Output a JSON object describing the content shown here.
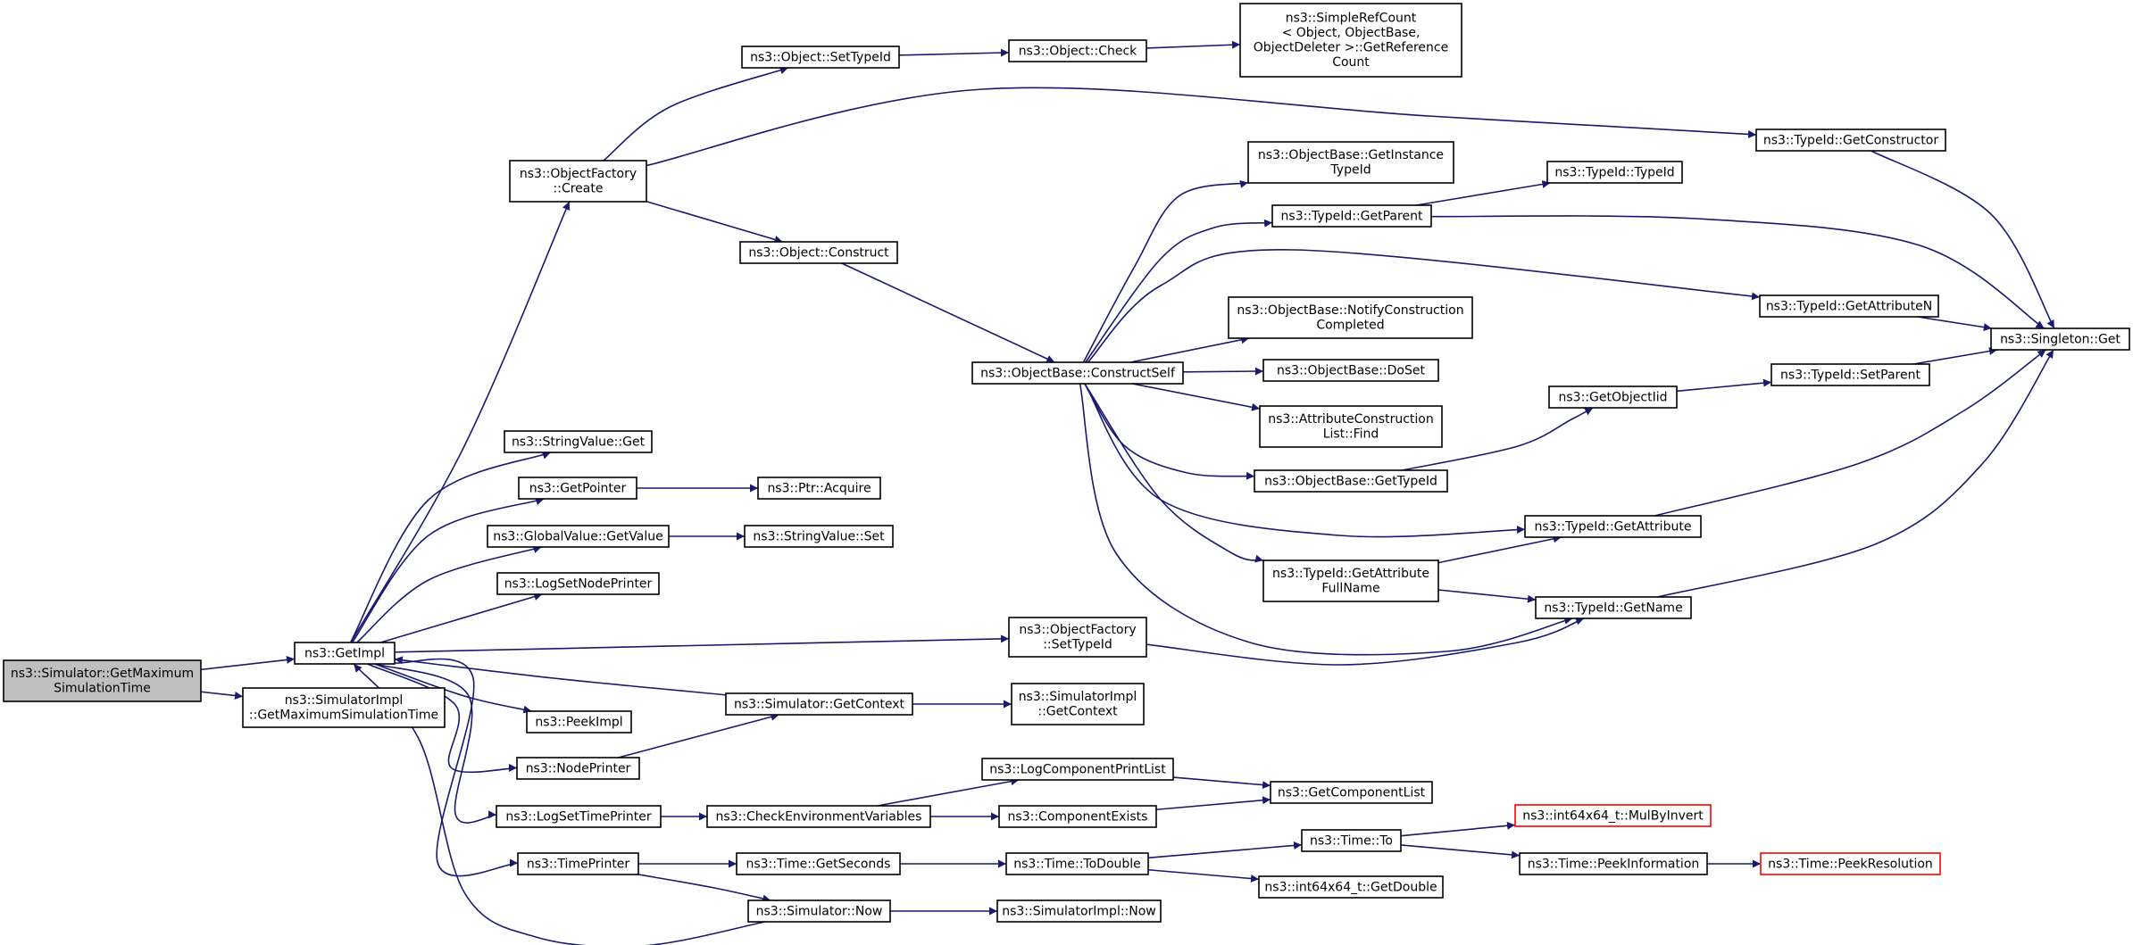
{
  "colors": {
    "edge": "#191970",
    "node_border": "#000000",
    "node_fill": "#ffffff",
    "root_fill": "#bfbfbf",
    "truncated_border": "#ff0000"
  },
  "nodes": [
    {
      "id": "root",
      "lines": [
        "ns3::Simulator::GetMaximum",
        "SimulationTime"
      ],
      "style": "root"
    },
    {
      "id": "getimpl",
      "lines": [
        "ns3::GetImpl"
      ]
    },
    {
      "id": "simimpl_getmax",
      "lines": [
        "ns3::SimulatorImpl",
        "::GetMaximumSimulationTime"
      ]
    },
    {
      "id": "objfactory_create",
      "lines": [
        "ns3::ObjectFactory",
        "::Create"
      ]
    },
    {
      "id": "object_settypeid",
      "lines": [
        "ns3::Object::SetTypeId"
      ]
    },
    {
      "id": "object_check",
      "lines": [
        "ns3::Object::Check"
      ]
    },
    {
      "id": "simplerefcount",
      "lines": [
        "ns3::SimpleRefCount",
        "< Object, ObjectBase,",
        "ObjectDeleter >::GetReference",
        "Count"
      ]
    },
    {
      "id": "typeid_getconstructor",
      "lines": [
        "ns3::TypeId::GetConstructor"
      ]
    },
    {
      "id": "singleton_get",
      "lines": [
        "ns3::Singleton::Get"
      ]
    },
    {
      "id": "object_construct",
      "lines": [
        "ns3::Object::Construct"
      ]
    },
    {
      "id": "objectbase_constructself",
      "lines": [
        "ns3::ObjectBase::ConstructSelf"
      ]
    },
    {
      "id": "objectbase_getinstancetypeid",
      "lines": [
        "ns3::ObjectBase::GetInstance",
        "TypeId"
      ]
    },
    {
      "id": "typeid_getparent",
      "lines": [
        "ns3::TypeId::GetParent"
      ]
    },
    {
      "id": "typeid_typeid",
      "lines": [
        "ns3::TypeId::TypeId"
      ]
    },
    {
      "id": "typeid_getattributen",
      "lines": [
        "ns3::TypeId::GetAttributeN"
      ]
    },
    {
      "id": "objectbase_notify",
      "lines": [
        "ns3::ObjectBase::NotifyConstruction",
        "Completed"
      ]
    },
    {
      "id": "objectbase_doset",
      "lines": [
        "ns3::ObjectBase::DoSet"
      ]
    },
    {
      "id": "attrconstructionlist_find",
      "lines": [
        "ns3::AttributeConstruction",
        "List::Find"
      ]
    },
    {
      "id": "getobjectiid",
      "lines": [
        "ns3::GetObjectIid"
      ]
    },
    {
      "id": "typeid_setparent",
      "lines": [
        "ns3::TypeId::SetParent"
      ]
    },
    {
      "id": "objectbase_gettypeid",
      "lines": [
        "ns3::ObjectBase::GetTypeId"
      ]
    },
    {
      "id": "typeid_getattribute",
      "lines": [
        "ns3::TypeId::GetAttribute"
      ]
    },
    {
      "id": "typeid_getattributefullname",
      "lines": [
        "ns3::TypeId::GetAttribute",
        "FullName"
      ]
    },
    {
      "id": "typeid_getname",
      "lines": [
        "ns3::TypeId::GetName"
      ]
    },
    {
      "id": "stringvalue_get",
      "lines": [
        "ns3::StringValue::Get"
      ]
    },
    {
      "id": "getpointer",
      "lines": [
        "ns3::GetPointer"
      ]
    },
    {
      "id": "ptr_acquire",
      "lines": [
        "ns3::Ptr::Acquire"
      ]
    },
    {
      "id": "globalvalue_getvalue",
      "lines": [
        "ns3::GlobalValue::GetValue"
      ]
    },
    {
      "id": "stringvalue_set",
      "lines": [
        "ns3::StringValue::Set"
      ]
    },
    {
      "id": "logsetnodeprinter",
      "lines": [
        "ns3::LogSetNodePrinter"
      ]
    },
    {
      "id": "objfactory_settypeid",
      "lines": [
        "ns3::ObjectFactory",
        "::SetTypeId"
      ]
    },
    {
      "id": "simulator_getcontext",
      "lines": [
        "ns3::Simulator::GetContext"
      ]
    },
    {
      "id": "simimpl_getcontext",
      "lines": [
        "ns3::SimulatorImpl",
        "::GetContext"
      ]
    },
    {
      "id": "peekimpl",
      "lines": [
        "ns3::PeekImpl"
      ]
    },
    {
      "id": "nodeprinter",
      "lines": [
        "ns3::NodePrinter"
      ]
    },
    {
      "id": "logcomponentprintlist",
      "lines": [
        "ns3::LogComponentPrintList"
      ]
    },
    {
      "id": "getcomponentlist",
      "lines": [
        "ns3::GetComponentList"
      ]
    },
    {
      "id": "logsettimeprinter",
      "lines": [
        "ns3::LogSetTimePrinter"
      ]
    },
    {
      "id": "checkenvvars",
      "lines": [
        "ns3::CheckEnvironmentVariables"
      ]
    },
    {
      "id": "componentexists",
      "lines": [
        "ns3::ComponentExists"
      ]
    },
    {
      "id": "timeprinter",
      "lines": [
        "ns3::TimePrinter"
      ]
    },
    {
      "id": "time_getseconds",
      "lines": [
        "ns3::Time::GetSeconds"
      ]
    },
    {
      "id": "time_todouble",
      "lines": [
        "ns3::Time::ToDouble"
      ]
    },
    {
      "id": "time_to",
      "lines": [
        "ns3::Time::To"
      ]
    },
    {
      "id": "int64x64_mulbyinvert",
      "lines": [
        "ns3::int64x64_t::MulByInvert"
      ],
      "style": "trunc"
    },
    {
      "id": "time_peekinformation",
      "lines": [
        "ns3::Time::PeekInformation"
      ]
    },
    {
      "id": "time_peekresolution",
      "lines": [
        "ns3::Time::PeekResolution"
      ],
      "style": "trunc"
    },
    {
      "id": "int64x64_getdouble",
      "lines": [
        "ns3::int64x64_t::GetDouble"
      ]
    },
    {
      "id": "simulator_now",
      "lines": [
        "ns3::Simulator::Now"
      ]
    },
    {
      "id": "simimpl_now",
      "lines": [
        "ns3::SimulatorImpl::Now"
      ]
    }
  ],
  "edges": [
    [
      "root",
      "getimpl"
    ],
    [
      "root",
      "simimpl_getmax"
    ],
    [
      "getimpl",
      "objfactory_create"
    ],
    [
      "getimpl",
      "stringvalue_get"
    ],
    [
      "getimpl",
      "getpointer"
    ],
    [
      "getimpl",
      "globalvalue_getvalue"
    ],
    [
      "getimpl",
      "logsetnodeprinter"
    ],
    [
      "getimpl",
      "objfactory_settypeid"
    ],
    [
      "getimpl",
      "peekimpl"
    ],
    [
      "getimpl",
      "nodeprinter"
    ],
    [
      "getimpl",
      "logsettimeprinter"
    ],
    [
      "getimpl",
      "timeprinter"
    ],
    [
      "objfactory_create",
      "object_settypeid"
    ],
    [
      "objfactory_create",
      "typeid_getconstructor"
    ],
    [
      "objfactory_create",
      "object_construct"
    ],
    [
      "object_settypeid",
      "object_check"
    ],
    [
      "object_check",
      "simplerefcount"
    ],
    [
      "typeid_getconstructor",
      "singleton_get"
    ],
    [
      "object_construct",
      "objectbase_constructself"
    ],
    [
      "objectbase_constructself",
      "objectbase_getinstancetypeid"
    ],
    [
      "objectbase_constructself",
      "typeid_getparent"
    ],
    [
      "objectbase_constructself",
      "typeid_getattributen"
    ],
    [
      "objectbase_constructself",
      "objectbase_notify"
    ],
    [
      "objectbase_constructself",
      "objectbase_doset"
    ],
    [
      "objectbase_constructself",
      "attrconstructionlist_find"
    ],
    [
      "objectbase_constructself",
      "objectbase_gettypeid"
    ],
    [
      "objectbase_constructself",
      "typeid_getattribute"
    ],
    [
      "objectbase_constructself",
      "typeid_getattributefullname"
    ],
    [
      "objectbase_constructself",
      "typeid_getname"
    ],
    [
      "typeid_getparent",
      "typeid_typeid"
    ],
    [
      "typeid_getparent",
      "singleton_get"
    ],
    [
      "typeid_getattributen",
      "singleton_get"
    ],
    [
      "objectbase_gettypeid",
      "getobjectiid"
    ],
    [
      "getobjectiid",
      "typeid_setparent"
    ],
    [
      "typeid_setparent",
      "singleton_get"
    ],
    [
      "typeid_getattribute",
      "singleton_get"
    ],
    [
      "typeid_getattributefullname",
      "typeid_getattribute"
    ],
    [
      "typeid_getattributefullname",
      "typeid_getname"
    ],
    [
      "typeid_getname",
      "singleton_get"
    ],
    [
      "objfactory_settypeid",
      "typeid_getname"
    ],
    [
      "getpointer",
      "ptr_acquire"
    ],
    [
      "globalvalue_getvalue",
      "stringvalue_set"
    ],
    [
      "simulator_getcontext",
      "getimpl"
    ],
    [
      "simulator_getcontext",
      "simimpl_getcontext"
    ],
    [
      "nodeprinter",
      "simulator_getcontext"
    ],
    [
      "logsettimeprinter",
      "checkenvvars"
    ],
    [
      "checkenvvars",
      "logcomponentprintlist"
    ],
    [
      "checkenvvars",
      "componentexists"
    ],
    [
      "logcomponentprintlist",
      "getcomponentlist"
    ],
    [
      "componentexists",
      "getcomponentlist"
    ],
    [
      "timeprinter",
      "time_getseconds"
    ],
    [
      "timeprinter",
      "simulator_now"
    ],
    [
      "time_getseconds",
      "time_todouble"
    ],
    [
      "time_todouble",
      "time_to"
    ],
    [
      "time_todouble",
      "int64x64_getdouble"
    ],
    [
      "time_to",
      "int64x64_mulbyinvert"
    ],
    [
      "time_to",
      "time_peekinformation"
    ],
    [
      "time_peekinformation",
      "time_peekresolution"
    ],
    [
      "simulator_now",
      "getimpl"
    ],
    [
      "simulator_now",
      "simimpl_now"
    ]
  ]
}
